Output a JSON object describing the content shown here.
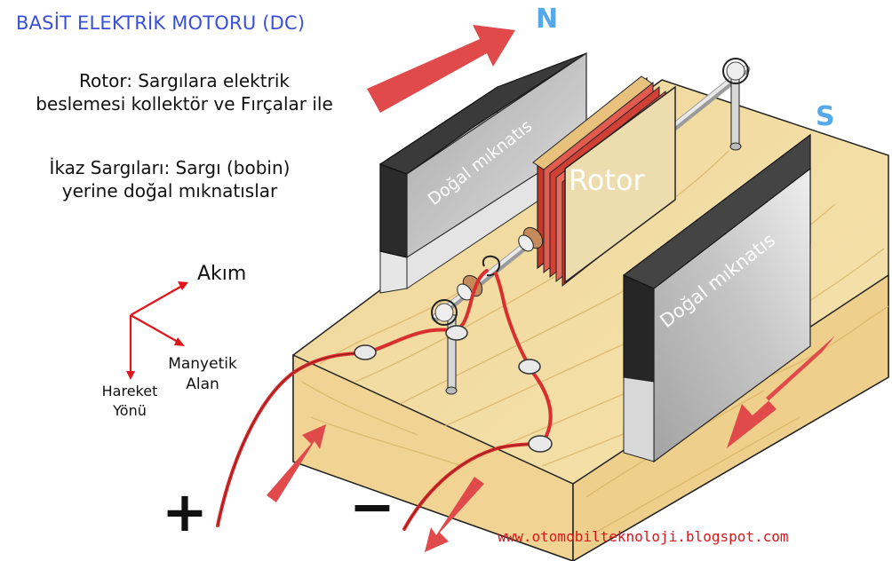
{
  "title": "BASİT ELEKTRİK MOTORU (DC)",
  "rotor_desc": {
    "line1": "Rotor: Sargılara elektrik",
    "line2": "beslemesi  kollektör ve Fırçalar ile"
  },
  "field_desc": {
    "line1": "İkaz Sargıları: Sargı (bobin)",
    "line2": "yerine doğal mıknatıslar"
  },
  "poles": {
    "north": "N",
    "south": "S"
  },
  "magnet_left_label": "Doğal mıknatıs",
  "magnet_right_label": "Doğal mıknatıs",
  "rotor_label": "Rotor",
  "axes": {
    "current": "Akım",
    "field_line1": "Manyetik",
    "field_line2": "Alan",
    "motion_line1": "Hareket",
    "motion_line2": "Yönü"
  },
  "terminals": {
    "positive": "+",
    "negative": "−"
  },
  "watermark": "www.otomobilteknoloji.blogspot.com",
  "colors": {
    "title": "#3a4fd8",
    "pole_label": "#55a9e8",
    "arrow": "#e04a4a",
    "wire": "#d92f2f",
    "board": "#f3dca0",
    "watermark": "#e0141b"
  }
}
